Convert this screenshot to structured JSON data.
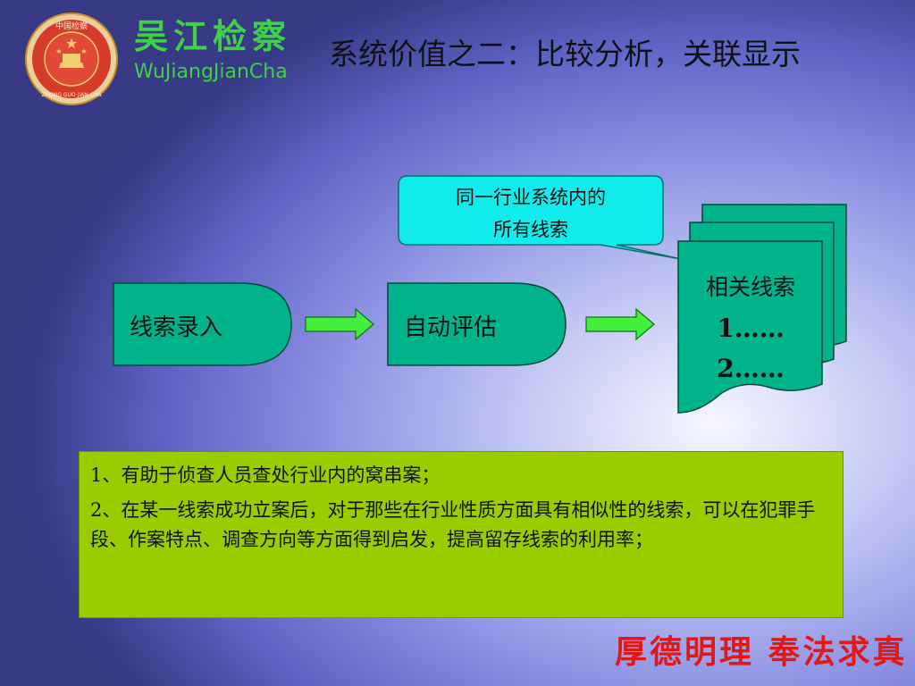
{
  "header": {
    "brand_cn": "吴江检察",
    "brand_en": "WuJiangJianCha",
    "title": "系统价值之二：比较分析，关联显示"
  },
  "emblem": {
    "top_text": "中国检察",
    "bottom_text": "ZHONG GUO JIAN CHA"
  },
  "diagram": {
    "callout": [
      "同一行业系统内的",
      "所有线索"
    ],
    "step1": "线索录入",
    "step2": "自动评估",
    "result": {
      "title": "相关线索",
      "item1": "1……",
      "item2": "2……"
    }
  },
  "notes": [
    "1、有助于侦查人员查处行业内的窝串案；",
    "2、在某一线索成功立案后，对于那些在行业性质方面具有相似性的线索，可以在犯罪手段、作案特点、调查方向等方面得到启发，提高留存线索的利用率；"
  ],
  "footer": {
    "motto": "厚德明理 奉法求真"
  },
  "colors": {
    "shape_fill": "#00b38a",
    "callout_fill": "#12ebeb",
    "note_fill": "#9bcc00",
    "arrow_fill": "#43ee3c",
    "brand": "#3fd04a",
    "motto": "#e01818"
  }
}
